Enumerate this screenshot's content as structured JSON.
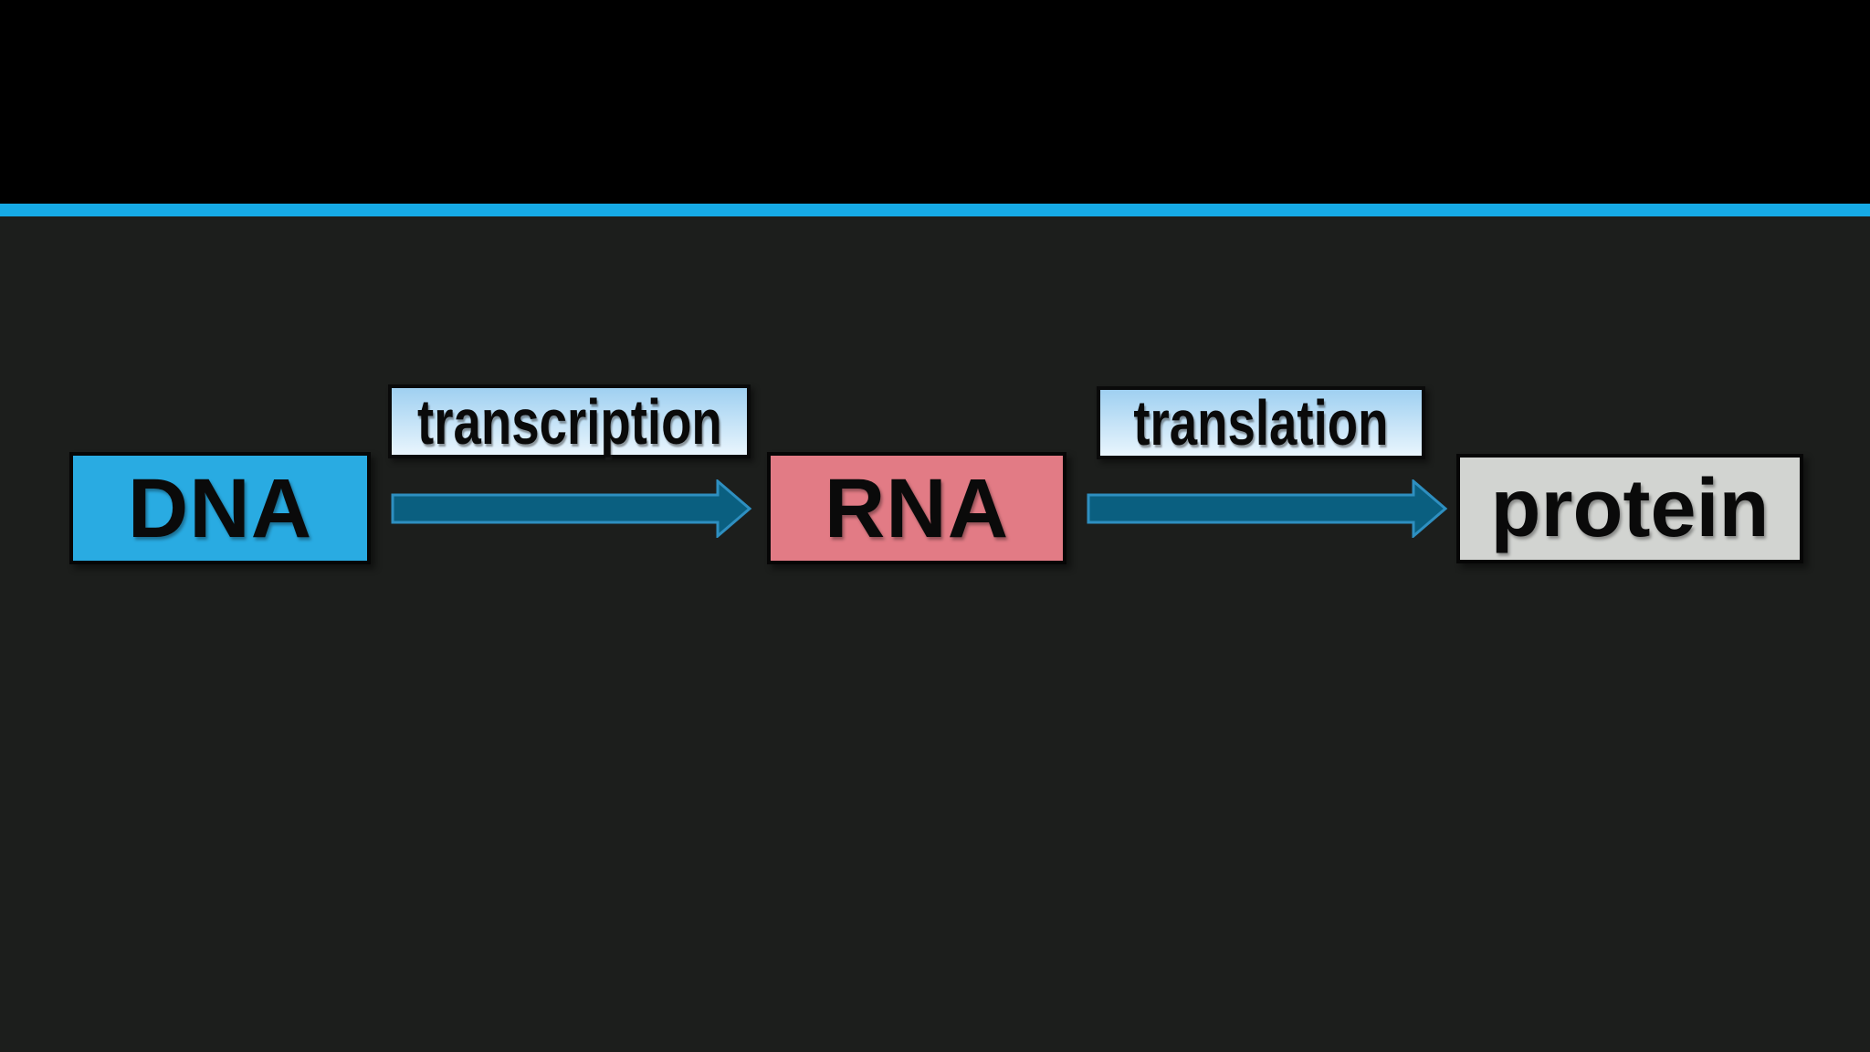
{
  "colors": {
    "background": "#1c1e1c",
    "top_band": "#000000",
    "divider": "#16aae6",
    "dna_fill": "#29abe2",
    "rna_fill": "#e27b85",
    "protein_fill": "#d2d4d1",
    "label_gradient_top": "#9fd0f1",
    "label_gradient_bottom": "#e9f5fd",
    "arrow_fill": "#0a5f80",
    "arrow_stroke": "#2e8fc0"
  },
  "diagram": {
    "nodes": [
      {
        "id": "dna",
        "label": "DNA"
      },
      {
        "id": "rna",
        "label": "RNA"
      },
      {
        "id": "protein",
        "label": "protein"
      }
    ],
    "processes": [
      {
        "id": "transcription",
        "label": "transcription"
      },
      {
        "id": "translation",
        "label": "translation"
      }
    ]
  }
}
